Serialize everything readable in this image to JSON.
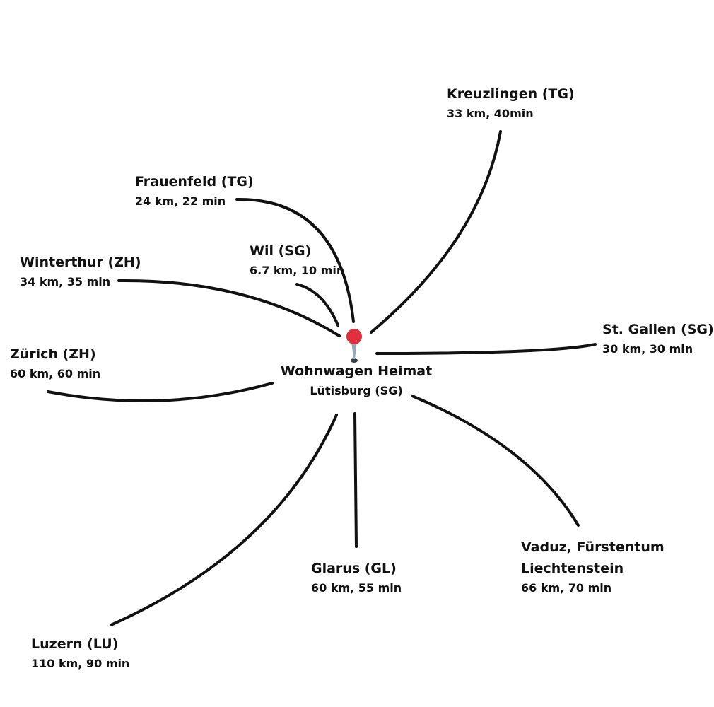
{
  "hub": {
    "title": "Wohnwagen Heimat",
    "subtitle": "Lütisburg (SG)",
    "icon": "map-pin-icon",
    "pin_color": "#e0303e"
  },
  "destinations": [
    {
      "id": "kreuzlingen",
      "name": "Kreuzlingen (TG)",
      "distance": "33 km, 40min"
    },
    {
      "id": "frauenfeld",
      "name": "Frauenfeld (TG)",
      "distance": "24 km, 22 min"
    },
    {
      "id": "wil",
      "name": "Wil (SG)",
      "distance": "6.7 km, 10 min"
    },
    {
      "id": "winterthur",
      "name": "Winterthur (ZH)",
      "distance": "34 km, 35 min"
    },
    {
      "id": "zurich",
      "name": "Zürich (ZH)",
      "distance": "60 km, 60 min"
    },
    {
      "id": "st-gallen",
      "name": "St. Gallen (SG)",
      "distance": "30 km, 30 min"
    },
    {
      "id": "vaduz",
      "name": "Vaduz, Fürstentum Liechtenstein",
      "distance": "66 km, 70 min"
    },
    {
      "id": "glarus",
      "name": "Glarus (GL)",
      "distance": "60 km, 55 min"
    },
    {
      "id": "luzern",
      "name": "Luzern (LU)",
      "distance": "110 km, 90 min"
    }
  ],
  "colors": {
    "line": "#111111",
    "text": "#111111",
    "pin": "#e0303e",
    "pin_stem": "#9aa7b8"
  }
}
